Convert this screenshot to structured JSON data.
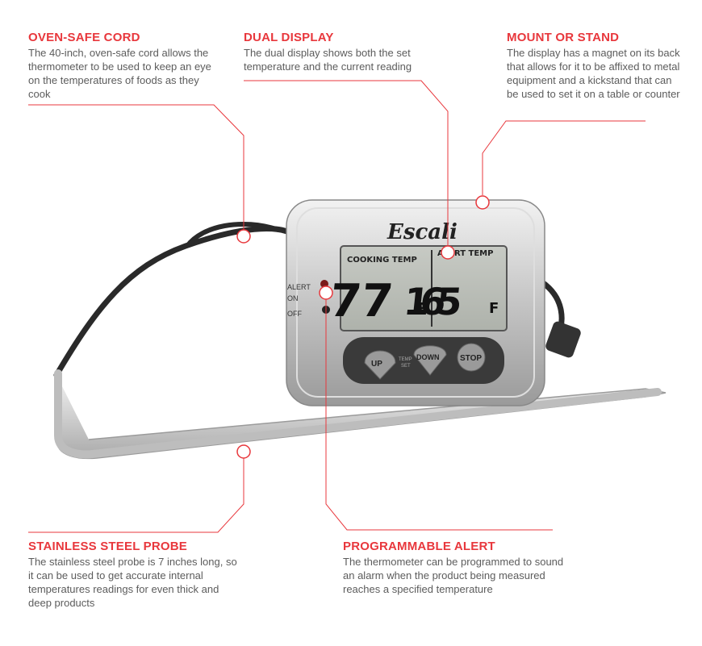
{
  "callouts": {
    "oven_safe_cord": {
      "title": "OVEN-SAFE CORD",
      "text": "The 40-inch, oven-safe cord allows the thermometer to be used to keep an eye on the temperatures of foods as they cook"
    },
    "dual_display": {
      "title": "DUAL DISPLAY",
      "text": "The dual display shows both the set temperature and the current reading"
    },
    "mount_or_stand": {
      "title": "MOUNT OR STAND",
      "text": "The display has a magnet on its back that allows for it to be affixed to metal equipment and a kickstand that can be used to set it on a table or counter"
    },
    "stainless_steel_probe": {
      "title": "STAINLESS STEEL PROBE",
      "text": "The stainless steel probe is 7 inches long, so it can be used to get accurate internal temperatures readings for even thick and deep products"
    },
    "programmable_alert": {
      "title": "PROGRAMMABLE ALERT",
      "text": "The thermometer can be programmed to sound an alarm when the product being measured reaches a specified temperature"
    }
  },
  "device": {
    "brand": "Escali",
    "lcd_left_label": "COOKING TEMP",
    "lcd_right_label": "ALERT TEMP",
    "cooking_temp": "77",
    "alert_temp": "165",
    "unit": "F",
    "switch_alert": "ALERT",
    "switch_on": "ON",
    "switch_off": "OFF",
    "btn_up": "UP",
    "btn_down": "DOWN",
    "btn_stop": "STOP",
    "temp_set_line1": "TEMP",
    "temp_set_line2": "SET"
  },
  "colors": {
    "accent": "#e8373c",
    "body_text": "#5c5c5c"
  }
}
